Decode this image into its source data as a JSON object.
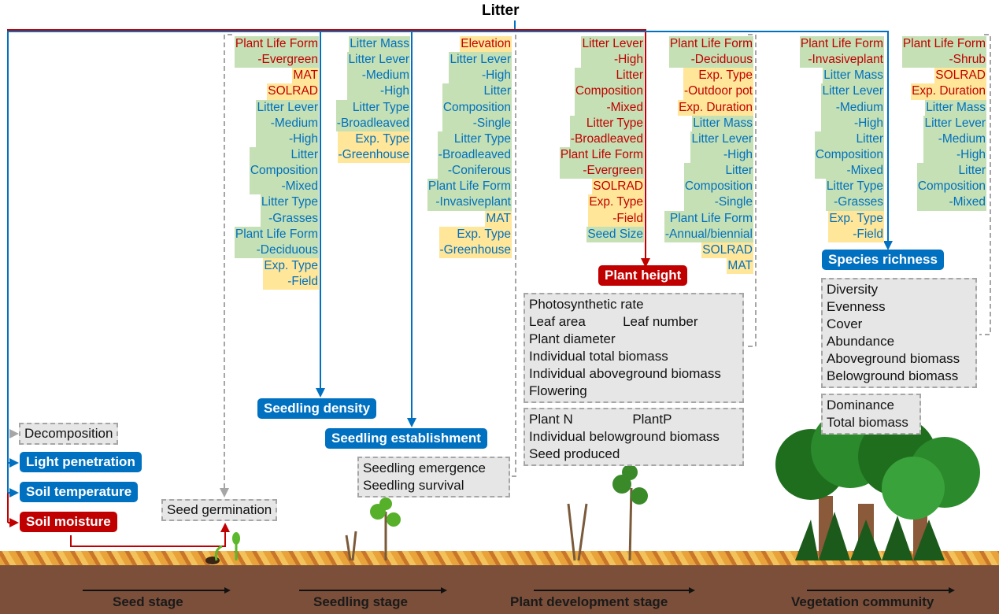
{
  "title": "Litter",
  "columns": [
    [
      {
        "lines": [
          "Plant Life Form",
          "-Evergreen"
        ],
        "c": "red",
        "bg": "g"
      },
      {
        "lines": [
          "MAT"
        ],
        "c": "red",
        "bg": "y"
      },
      {
        "lines": [
          "SOLRAD"
        ],
        "c": "red",
        "bg": "y"
      },
      {
        "lines": [
          "Litter Lever",
          "-Medium",
          "-High"
        ],
        "c": "blue",
        "bg": "g"
      },
      {
        "lines": [
          "Litter",
          "Composition",
          "-Mixed"
        ],
        "c": "blue",
        "bg": "g"
      },
      {
        "lines": [
          "Litter Type",
          "-Grasses"
        ],
        "c": "blue",
        "bg": "g"
      },
      {
        "lines": [
          "Plant Life Form",
          "-Deciduous"
        ],
        "c": "blue",
        "bg": "g"
      },
      {
        "lines": [
          "Exp. Type",
          "-Field"
        ],
        "c": "blue",
        "bg": "y"
      }
    ],
    [
      {
        "lines": [
          "Litter Mass"
        ],
        "c": "blue",
        "bg": "g"
      },
      {
        "lines": [
          "Litter Lever",
          "-Medium",
          "-High"
        ],
        "c": "blue",
        "bg": "g"
      },
      {
        "lines": [
          "Litter Type",
          "-Broadleaved"
        ],
        "c": "blue",
        "bg": "g"
      },
      {
        "lines": [
          "Exp. Type",
          "-Greenhouse"
        ],
        "c": "blue",
        "bg": "y"
      }
    ],
    [
      {
        "lines": [
          "Elevation"
        ],
        "c": "red",
        "bg": "y"
      },
      {
        "lines": [
          "Litter Lever",
          "-High"
        ],
        "c": "blue",
        "bg": "g"
      },
      {
        "lines": [
          "Litter",
          "Composition",
          "-Single"
        ],
        "c": "blue",
        "bg": "g"
      },
      {
        "lines": [
          "Litter Type",
          "-Broadleaved",
          "-Coniferous"
        ],
        "c": "blue",
        "bg": "g"
      },
      {
        "lines": [
          "Plant Life Form",
          "-Invasiveplant"
        ],
        "c": "blue",
        "bg": "g"
      },
      {
        "lines": [
          "MAT"
        ],
        "c": "blue",
        "bg": "y"
      },
      {
        "lines": [
          "Exp. Type",
          "-Greenhouse"
        ],
        "c": "blue",
        "bg": "y"
      }
    ],
    [
      {
        "lines": [
          "Litter Lever",
          "-High"
        ],
        "c": "red",
        "bg": "g"
      },
      {
        "lines": [
          "Litter",
          "Composition",
          "-Mixed"
        ],
        "c": "red",
        "bg": "g"
      },
      {
        "lines": [
          "Litter Type",
          "-Broadleaved"
        ],
        "c": "red",
        "bg": "g"
      },
      {
        "lines": [
          "Plant Life Form",
          "-Evergreen"
        ],
        "c": "red",
        "bg": "g"
      },
      {
        "lines": [
          "SOLRAD"
        ],
        "c": "red",
        "bg": "y"
      },
      {
        "lines": [
          "Exp. Type",
          "-Field"
        ],
        "c": "red",
        "bg": "y"
      },
      {
        "lines": [
          "Seed Size"
        ],
        "c": "blue",
        "bg": "g"
      }
    ],
    [
      {
        "lines": [
          "Plant Life Form",
          "-Deciduous"
        ],
        "c": "red",
        "bg": "g"
      },
      {
        "lines": [
          "Exp. Type",
          "-Outdoor pot"
        ],
        "c": "red",
        "bg": "y"
      },
      {
        "lines": [
          "Exp. Duration"
        ],
        "c": "red",
        "bg": "y"
      },
      {
        "lines": [
          "Litter Mass"
        ],
        "c": "blue",
        "bg": "g"
      },
      {
        "lines": [
          "Litter Lever",
          "-High"
        ],
        "c": "blue",
        "bg": "g"
      },
      {
        "lines": [
          "Litter",
          "Composition",
          "-Single"
        ],
        "c": "blue",
        "bg": "g"
      },
      {
        "lines": [
          "Plant Life Form",
          "-Annual/biennial"
        ],
        "c": "blue",
        "bg": "g"
      },
      {
        "lines": [
          "SOLRAD"
        ],
        "c": "blue",
        "bg": "y"
      },
      {
        "lines": [
          "MAT"
        ],
        "c": "blue",
        "bg": "y"
      }
    ],
    [
      {
        "lines": [
          "Plant Life Form",
          "-Invasiveplant"
        ],
        "c": "red",
        "bg": "g"
      },
      {
        "lines": [
          "Litter Mass"
        ],
        "c": "blue",
        "bg": "g"
      },
      {
        "lines": [
          "Litter Lever",
          "-Medium",
          "-High"
        ],
        "c": "blue",
        "bg": "g"
      },
      {
        "lines": [
          "Litter",
          "Composition",
          "-Mixed"
        ],
        "c": "blue",
        "bg": "g"
      },
      {
        "lines": [
          "Litter Type",
          "-Grasses"
        ],
        "c": "blue",
        "bg": "g"
      },
      {
        "lines": [
          "Exp. Type",
          "-Field"
        ],
        "c": "blue",
        "bg": "y"
      }
    ],
    [
      {
        "lines": [
          "Plant Life Form",
          "-Shrub"
        ],
        "c": "red",
        "bg": "g"
      },
      {
        "lines": [
          "SOLRAD"
        ],
        "c": "red",
        "bg": "y"
      },
      {
        "lines": [
          "Exp. Duration"
        ],
        "c": "red",
        "bg": "y"
      },
      {
        "lines": [
          "Litter Mass"
        ],
        "c": "blue",
        "bg": "g"
      },
      {
        "lines": [
          "Litter Lever",
          "-Medium",
          "-High"
        ],
        "c": "blue",
        "bg": "g"
      },
      {
        "lines": [
          "Litter",
          "Composition",
          "-Mixed"
        ],
        "c": "blue",
        "bg": "g"
      }
    ]
  ],
  "tags": {
    "light": "Light penetration",
    "soil_temp": "Soil temperature",
    "soil_moist": "Soil moisture",
    "seedling_density": "Seedling density",
    "seedling_est": "Seedling establishment",
    "plant_height": "Plant height",
    "species": "Species richness"
  },
  "boxes": {
    "decomp": "Decomposition",
    "germ": "Seed germination",
    "seedling": "Seedling emergence\nSeedling survival",
    "plant1": "Photosynthetic rate\nLeaf area          Leaf number\nPlant diameter\nIndividual total biomass\nIndividual aboveground biomass\nFlowering",
    "plant2": "Plant N                PlantP\nIndividual belowground biomass\nSeed produced",
    "comm1": "Diversity\nEvenness\nCover\nAbundance\nAboveground biomass\nBelowground biomass",
    "comm2": "Dominance\nTotal biomass"
  },
  "stages": [
    "Seed stage",
    "Seedling stage",
    "Plant development stage",
    "Vegetation community"
  ]
}
